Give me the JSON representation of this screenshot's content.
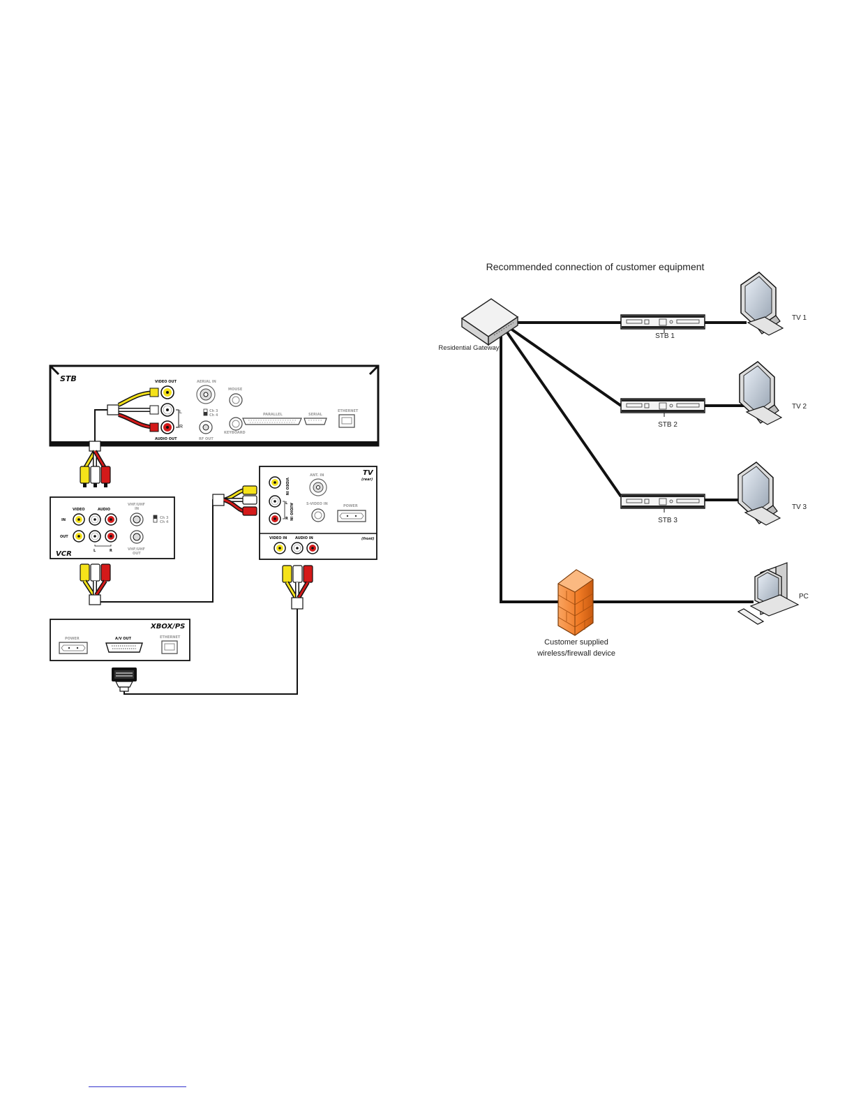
{
  "left_diagram": {
    "stb": {
      "title": "STB",
      "video_out": "VIDEO OUT",
      "audio_out": "AUDIO OUT",
      "l": "L",
      "r": "R",
      "aerial_in": "AERIAL IN",
      "ch3": "Ch 3",
      "ch4": "Ch 4",
      "rf_out": "RF OUT",
      "mouse": "MOUSE",
      "keyboard": "KEYBOARD",
      "parallel": "PARALLEL",
      "serial": "SERIAL",
      "ethernet": "ETHERNET"
    },
    "vcr": {
      "title": "VCR",
      "video": "VIDEO",
      "audio": "AUDIO",
      "in": "IN",
      "out": "OUT",
      "l": "L",
      "r": "R",
      "vhf_in_1": "VHF/UHF",
      "vhf_in_2": "IN",
      "vhf_out_1": "VHF/UHF",
      "vhf_out_2": "OUT",
      "ch3": "Ch 3",
      "ch4": "Ch 4"
    },
    "tv": {
      "title": "TV",
      "rear": "(rear)",
      "front": "(front)",
      "video_in": "VIDEO IN",
      "audio_in": "AUDIO IN",
      "ant_in": "ANT. IN",
      "s_video_in": "S-VIDEO IN",
      "power": "POWER",
      "video_in_front": "VIDEO IN",
      "audio_in_front": "AUDIO IN",
      "l": "L",
      "r": "R"
    },
    "xbox": {
      "title": "XBOX/PS",
      "power": "POWER",
      "av_out": "A/V OUT",
      "ethernet": "ETHERNET"
    }
  },
  "right_diagram": {
    "title": "Recommended connection of customer equipment",
    "gateway": "Residential Gateway",
    "stbs": [
      "STB 1",
      "STB 2",
      "STB 3"
    ],
    "tvs": [
      "TV 1",
      "TV 2",
      "TV 3"
    ],
    "pc": "PC",
    "firewall_line1": "Customer supplied",
    "firewall_line2": "wireless/firewall device"
  },
  "colors": {
    "rca_video": "#f5e21a",
    "rca_audio_l": "#ffffff",
    "rca_audio_r": "#d41a1a",
    "firewall": "#f07a24",
    "link": "#3333cc"
  }
}
